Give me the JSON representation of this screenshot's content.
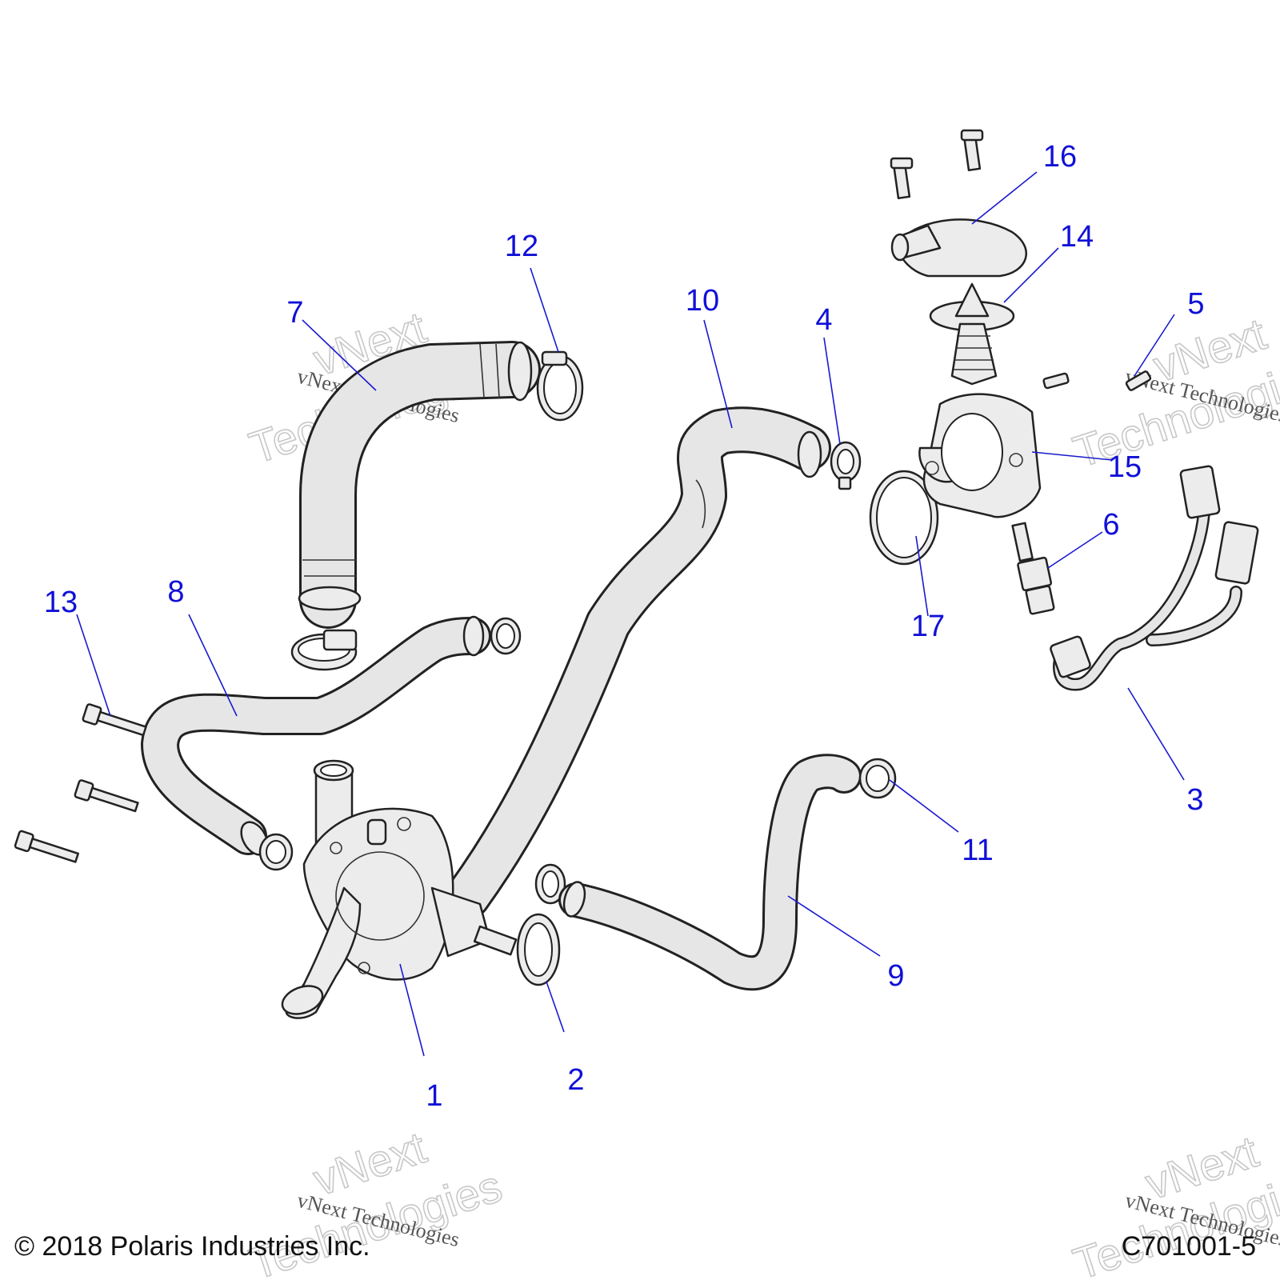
{
  "copyright": "© 2018 Polaris Industries Inc.",
  "drawing_id": "C701001-5",
  "watermark": {
    "line1": "vNext",
    "line2": "Technologies",
    "caption": "vNext Technologies"
  },
  "callouts": [
    "1",
    "2",
    "3",
    "4",
    "5",
    "6",
    "7",
    "8",
    "9",
    "10",
    "11",
    "12",
    "13",
    "14",
    "15",
    "16",
    "17"
  ]
}
